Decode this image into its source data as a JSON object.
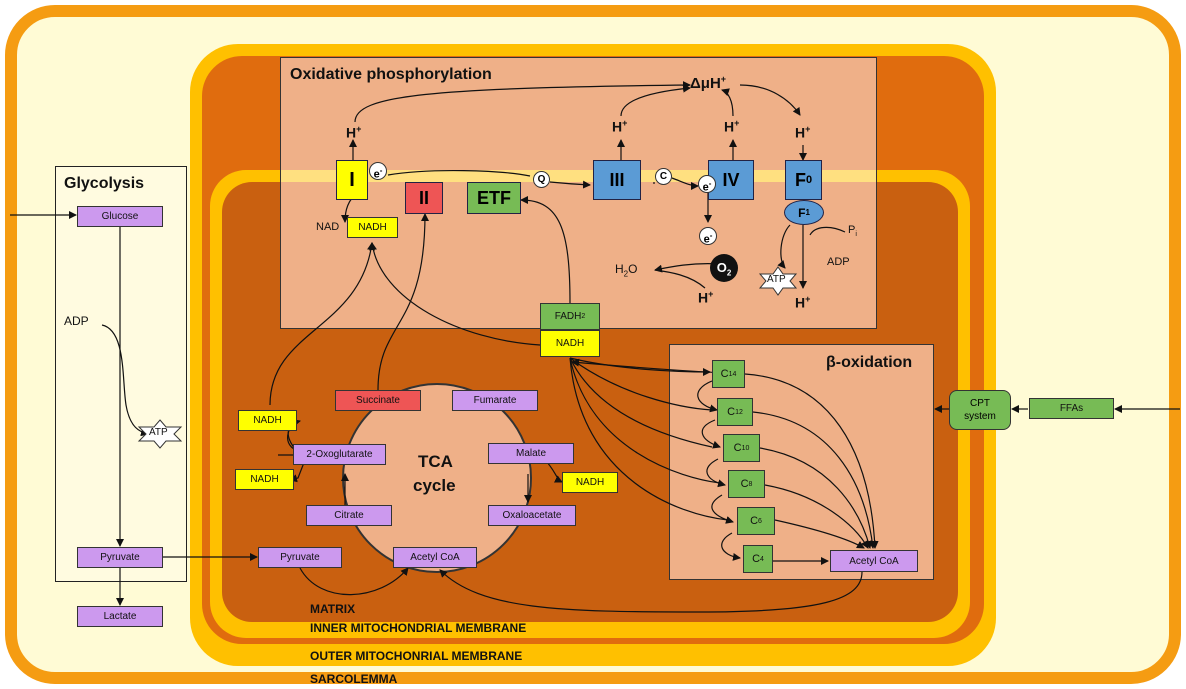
{
  "sections": {
    "glycolysis": "Glycolysis",
    "oxphos": "Oxidative phosphorylation",
    "beta_oxidation": "β-oxidation",
    "tca": [
      "TCA",
      "cycle"
    ]
  },
  "membranes": {
    "matrix": "MATRIX",
    "inner": "INNER MITOCHONDRIAL MEMBRANE",
    "outer": "OUTER MITOCHONRIAL MEMBRANE",
    "sarcolemma": "SARCOLEMMA"
  },
  "glycolysis": {
    "glucose": "Glucose",
    "adp": "ADP",
    "atp": "ATP",
    "pyruvate": "Pyruvate",
    "lactate": "Lactate"
  },
  "tca": {
    "pyruvate": "Pyruvate",
    "acetyl_coa": "Acetyl CoA",
    "citrate": "Citrate",
    "oxoglutarate": "2-Oxoglutarate",
    "succinate": "Succinate",
    "fumarate": "Fumarate",
    "malate": "Malate",
    "oxaloacetate": "Oxaloacetate",
    "nadh_1": "NADH",
    "nadh_2": "NADH",
    "nadh_3": "NADH"
  },
  "oxphos": {
    "complex_I": "I",
    "complex_II": "II",
    "etf": "ETF",
    "complex_III": "III",
    "complex_IV": "IV",
    "f0": "F",
    "f0_sub": "0",
    "f1": "F",
    "f1_sub": "1",
    "h_plus": "H",
    "h_sup": "+",
    "delta_mu_h": "ΔμH",
    "e_minus": "e",
    "e_sup": "-",
    "q": "Q",
    "c": "C",
    "nad": "NAD",
    "nadh": "NADH",
    "h2o": "H",
    "h2o_sub": "2",
    "h2o_o": "O",
    "o2": "O",
    "o2_sub": "2",
    "atp": "ATP",
    "adp": "ADP",
    "pi": "P",
    "pi_sub": "i",
    "fadh2": "FADH",
    "fadh2_sub": "2",
    "fadh_nadh": "NADH"
  },
  "beta": {
    "c14": "C",
    "c14_sub": "14",
    "c12": "C",
    "c12_sub": "12",
    "c10": "C",
    "c10_sub": "10",
    "c8": "C",
    "c8_sub": "8",
    "c6": "C",
    "c6_sub": "6",
    "c4": "C",
    "c4_sub": "4",
    "acetyl_coa": "Acetyl CoA"
  },
  "transport": {
    "cpt_line1": "CPT",
    "cpt_line2": "system",
    "ffas": "FFAs"
  },
  "colors": {
    "sarcolemma_fill": "#fffbd5",
    "sarcolemma_border": "#f59c12",
    "outer_membrane": "#ffc000",
    "intermembrane": "#e06c0e",
    "matrix": "#c96010",
    "oxphos_box": "#efb088",
    "complex_blue": "#5b9bd5",
    "yellow": "#ffff00",
    "red": "#ee5555",
    "green": "#77bb55",
    "purple": "#cc99ee"
  }
}
